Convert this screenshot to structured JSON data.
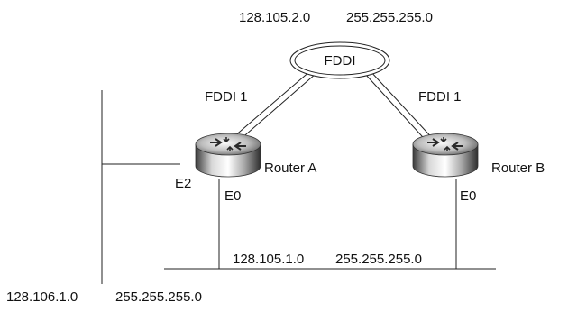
{
  "network": {
    "fddi_subnet": {
      "address": "128.105.2.0",
      "mask": "255.255.255.0"
    },
    "ring_label": "FDDI",
    "lan_e0_subnet": {
      "address": "128.105.1.0",
      "mask": "255.255.255.0"
    },
    "lan_e2_subnet": {
      "address": "128.106.1.0",
      "mask": "255.255.255.0"
    }
  },
  "routers": {
    "a": {
      "name": "Router A",
      "fddi_interface": "FDDI 1",
      "eth0": "E0",
      "eth2": "E2"
    },
    "b": {
      "name": "Router B",
      "fddi_interface": "FDDI 1",
      "eth0": "E0"
    }
  },
  "colors": {
    "line": "#222222",
    "router_light": "#f2f2f2",
    "router_dark": "#5a5a5a"
  },
  "icons": {
    "router": "router-icon",
    "ring": "fddi-ring-icon"
  }
}
